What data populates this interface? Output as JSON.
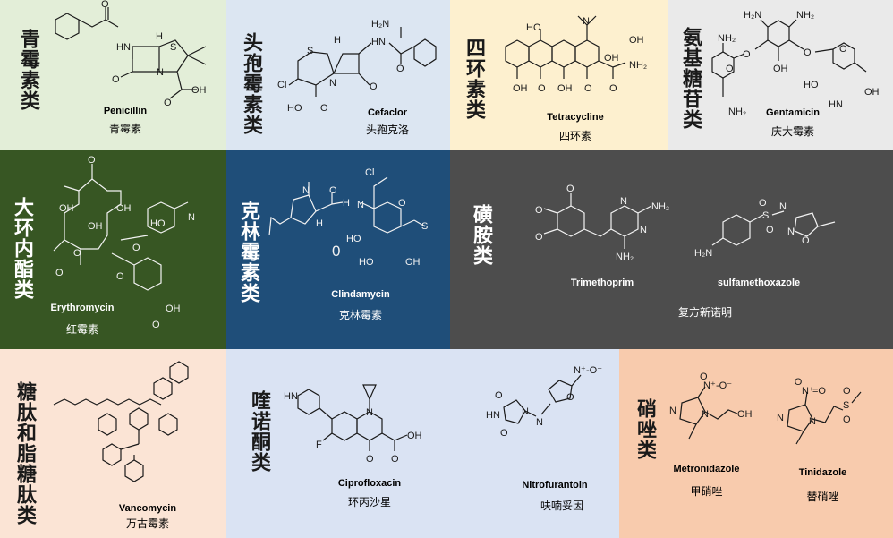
{
  "colors": {
    "penicillin_bg": "#e3eed8",
    "cephalosporin_bg": "#dce6f2",
    "tetracycline_bg": "#fdf0cf",
    "aminoglycoside_bg": "#eaeaea",
    "macrolide_bg": "#375623",
    "lincosamide_bg": "#1f4e79",
    "sulfonamide_bg": "#4d4d4d",
    "glycopeptide_bg": "#fbe4d5",
    "quinolone_bg": "#dae3f3",
    "nitroimidazole_bg": "#f8cbad"
  },
  "panels": {
    "penicillin": {
      "category": "青霉素类",
      "drugs": [
        {
          "name_en": "Penicillin",
          "name_cn": "青霉素"
        }
      ]
    },
    "cephalosporin": {
      "category": "头孢霉素类",
      "drugs": [
        {
          "name_en": "Cefaclor",
          "name_cn": "头孢克洛"
        }
      ]
    },
    "tetracycline": {
      "category": "四环素类",
      "drugs": [
        {
          "name_en": "Tetracycline",
          "name_cn": "四环素"
        }
      ]
    },
    "aminoglycoside": {
      "category": "氨基糖苷类",
      "drugs": [
        {
          "name_en": "Gentamicin",
          "name_cn": "庆大霉素"
        }
      ]
    },
    "macrolide": {
      "category": "大环内酯类",
      "drugs": [
        {
          "name_en": "Erythromycin",
          "name_cn": "红霉素"
        }
      ]
    },
    "lincosamide": {
      "category": "克林霉素类",
      "drugs": [
        {
          "name_en": "Clindamycin",
          "name_cn": "克林霉素"
        }
      ]
    },
    "sulfonamide": {
      "category": "磺胺类",
      "drugs": [
        {
          "name_en": "Trimethoprim"
        },
        {
          "name_en": "sulfamethoxazole"
        }
      ],
      "combo_cn": "复方新诺明"
    },
    "glycopeptide": {
      "category": "糖肽和脂糖肽类",
      "drugs": [
        {
          "name_en": "Vancomycin",
          "name_cn": "万古霉素"
        }
      ]
    },
    "quinolone": {
      "category": "喹诺酮类",
      "drugs": [
        {
          "name_en": "Ciprofloxacin",
          "name_cn": "环丙沙星"
        },
        {
          "name_en": "Nitrofurantoin",
          "name_cn": "呋喃妥因"
        }
      ]
    },
    "nitroimidazole": {
      "category": "硝唑类",
      "drugs": [
        {
          "name_en": "Metronidazole",
          "name_cn": "甲硝唑"
        },
        {
          "name_en": "Tinidazole",
          "name_cn": "替硝唑"
        }
      ]
    }
  },
  "atoms": {
    "HN": "HN",
    "H": "H",
    "S": "S",
    "N": "N",
    "O": "O",
    "OH": "OH",
    "Cl": "Cl",
    "NH2": "NH₂",
    "H2N": "H₂N",
    "HO": "HO",
    "F": "F",
    "zero": "0",
    "nitro_plus": "N⁺",
    "nitro_minus": "-O⁻",
    "minus_o": "⁻O",
    "eq_o": "=O"
  }
}
